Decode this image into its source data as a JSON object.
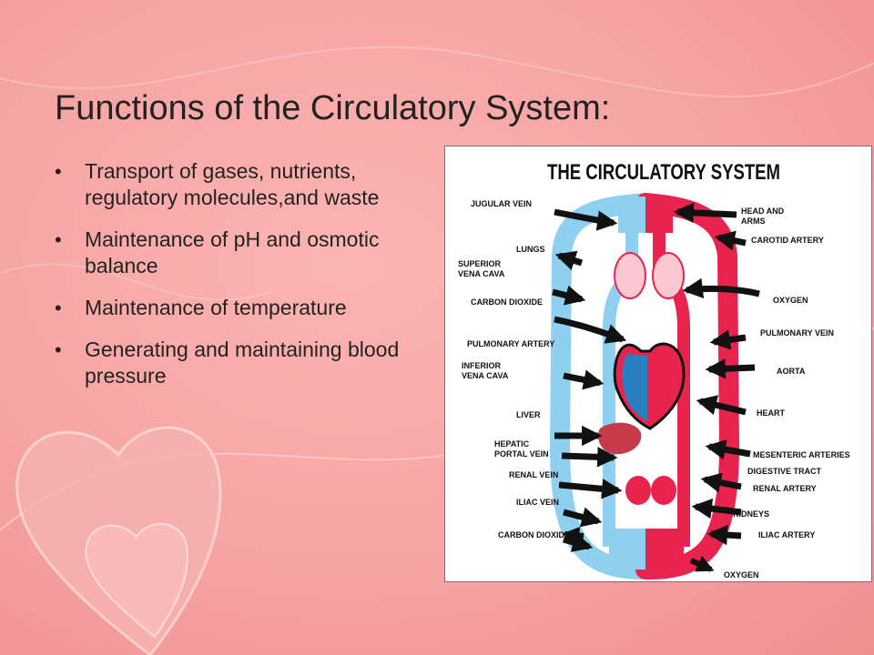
{
  "slide": {
    "title": "Functions of the Circulatory System:",
    "bullet_symbol": "•",
    "bullets": [
      "Transport of gases, nutrients, regulatory molecules,and waste",
      "Maintenance of pH and osmotic balance",
      "Maintenance of temperature",
      "Generating and maintaining blood pressure"
    ]
  },
  "diagram": {
    "title": "THE CIRCULATORY SYSTEM",
    "left_labels": {
      "jugular_vein": "JUGULAR VEIN",
      "lungs": "LUNGS",
      "superior_vena_cava_1": "SUPERIOR",
      "superior_vena_cava_2": "VENA CAVA",
      "carbon_dioxide_top": "CARBON DIOXIDE",
      "pulmonary_artery": "PULMONARY ARTERY",
      "inferior_vena_cava_1": "INFERIOR",
      "inferior_vena_cava_2": "VENA CAVA",
      "liver": "LIVER",
      "hepatic_portal_vein_1": "HEPATIC",
      "hepatic_portal_vein_2": "PORTAL VEIN",
      "renal_vein": "RENAL VEIN",
      "iliac_vein": "ILIAC VEIN",
      "carbon_dioxide_bottom": "CARBON DIOXIDE"
    },
    "right_labels": {
      "head_and_arms_1": "HEAD AND",
      "head_and_arms_2": "ARMS",
      "carotid_artery": "CAROTID ARTERY",
      "oxygen_top": "OXYGEN",
      "pulmonary_vein": "PULMONARY VEIN",
      "aorta": "AORTA",
      "heart": "HEART",
      "mesenteric_arteries": "MESENTERIC ARTERIES",
      "digestive_tract": "DIGESTIVE TRACT",
      "renal_artery": "RENAL ARTERY",
      "kidneys": "KIDNEYS",
      "iliac_artery": "ILIAC ARTERY",
      "oxygen_bottom": "OXYGEN"
    },
    "colors": {
      "veins": "#8fd0f0",
      "arteries": "#e8244e",
      "arrows": "#111111"
    }
  }
}
